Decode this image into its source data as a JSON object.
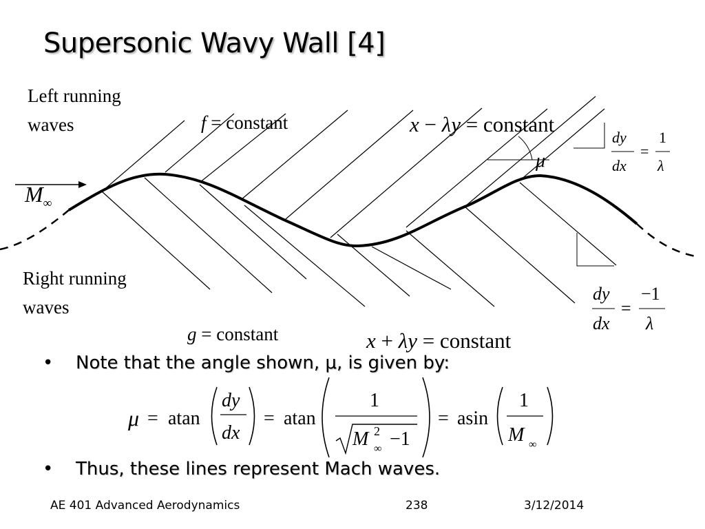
{
  "slide": {
    "title": "Supersonic Wavy Wall [4]"
  },
  "figure": {
    "left_label": "Left running\nwaves",
    "right_label": "Right running\nwaves",
    "mach": {
      "base": "M",
      "sub": "∞"
    },
    "f_const": {
      "var": "f",
      "rest": " = constant"
    },
    "g_const": {
      "var": "g",
      "rest": " = constant"
    },
    "top_eq": {
      "x": "x",
      "op": " − ",
      "lam": "λ",
      "y": "y",
      "rest": " = constant"
    },
    "bottom_eq": {
      "x": "x",
      "op": " + ",
      "lam": "λ",
      "y": "y",
      "rest": " = constant"
    },
    "mu": "μ",
    "slope_pos": {
      "num": "dy",
      "den": "dx",
      "eq": "=",
      "rnum": "1",
      "rden": "λ"
    },
    "slope_neg": {
      "num": "dy",
      "den": "dx",
      "eq": "=",
      "rnum": "−1",
      "rden": "λ"
    }
  },
  "bullets": [
    {
      "symbol": "•",
      "text": "Note that the angle shown, μ, is given by:"
    },
    {
      "symbol": "•",
      "text": "Thus, these lines represent Mach waves."
    }
  ],
  "formula": {
    "mu": "μ",
    "eq": "=",
    "atan": "atan",
    "asin": "asin",
    "dy": "dy",
    "dx": "dx",
    "one": "1",
    "M": "M",
    "inf": "∞",
    "two": "2",
    "minus_one": "−1"
  },
  "footer": {
    "course": "AE 401 Advanced Aerodynamics",
    "page": "238",
    "date": "3/12/2014"
  }
}
